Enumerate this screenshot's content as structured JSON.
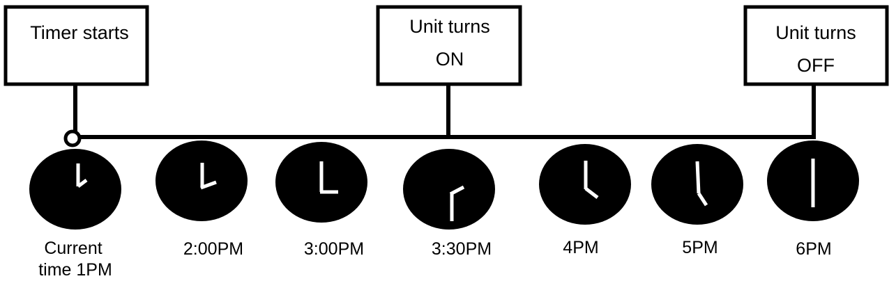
{
  "events": [
    {
      "id": "timer-starts",
      "lines": [
        "Timer starts"
      ]
    },
    {
      "id": "unit-on",
      "lines": [
        "Unit turns",
        "ON"
      ]
    },
    {
      "id": "unit-off",
      "lines": [
        "Unit turns",
        "OFF"
      ]
    }
  ],
  "clocks": [
    {
      "id": "1pm",
      "label_lines": [
        "Current",
        "time 1PM"
      ],
      "hour": 1,
      "minute": 0
    },
    {
      "id": "2pm",
      "label_lines": [
        "2:00PM"
      ],
      "hour": 2,
      "minute": 0
    },
    {
      "id": "3pm",
      "label_lines": [
        "3:00PM"
      ],
      "hour": 3,
      "minute": 0
    },
    {
      "id": "330pm",
      "label_lines": [
        "3:30PM"
      ],
      "hour": 3,
      "minute": 30
    },
    {
      "id": "4pm",
      "label_lines": [
        "4PM"
      ],
      "hour": 4,
      "minute": 0
    },
    {
      "id": "5pm",
      "label_lines": [
        "5PM"
      ],
      "hour": 5,
      "minute": 0
    },
    {
      "id": "6pm",
      "label_lines": [
        "6PM"
      ],
      "hour": 6,
      "minute": 0
    }
  ],
  "colors": {
    "stroke": "#000000",
    "clock_face": "#000000",
    "clock_hands": "#ffffff"
  }
}
